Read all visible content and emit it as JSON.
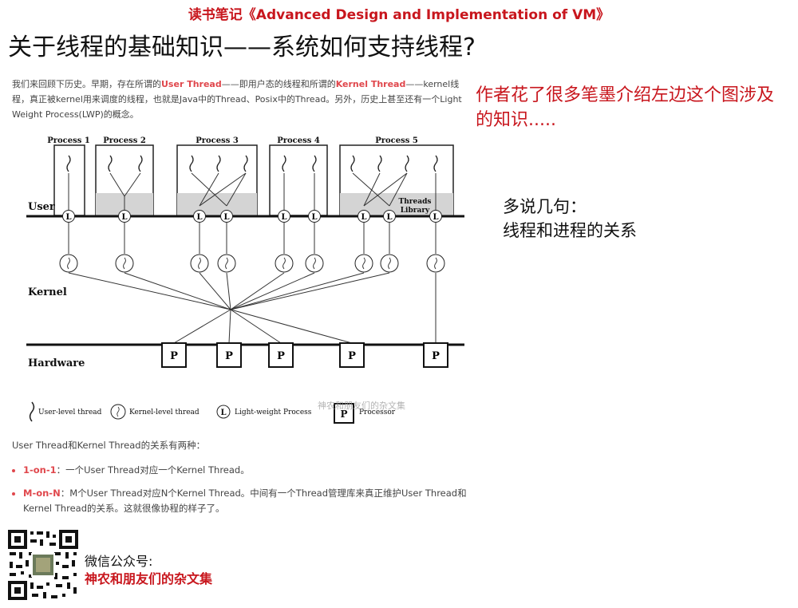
{
  "header": {
    "label": "读书笔记《Advanced Design and Implementation of VM》",
    "title": "关于线程的基础知识——系统如何支持线程?"
  },
  "article": {
    "intro": {
      "p1": "我们来回顾下历史。早期，存在所谓的",
      "user_thread": "User Thread",
      "p2": "——即用户态的线程和所谓的",
      "kernel_thread": "Kernel Thread",
      "p3": "——kernel线程，真正被kernel用来调度的线程，也就是Java中的Thread、Posix中的Thread。另外，历史上甚至还有一个Light Weight Process(LWP)的概念。"
    },
    "relation_lead": "User Thread和Kernel Thread的关系有两种：",
    "relations": [
      {
        "term": "1-on-1",
        "desc": "：一个User Thread对应一个Kernel Thread。"
      },
      {
        "term": "M-on-N",
        "desc": "：M个User Thread对应N个Kernel Thread。中间有一个Thread管理库来真正维护User Thread和Kernel Thread的关系。这就很像协程的样子了。"
      }
    ]
  },
  "diagram": {
    "processes": [
      "Process 1",
      "Process 2",
      "Process 3",
      "Process 4",
      "Process 5"
    ],
    "threads_library": [
      "Threads",
      "Library"
    ],
    "layers": {
      "user": "User",
      "kernel": "Kernel",
      "hardware": "Hardware"
    },
    "lwp_symbol": "L",
    "processor_symbol": "P",
    "legend": {
      "user_thread": "User-level thread",
      "kernel_thread": "Kernel-level thread",
      "lwp": "Light-weight Process",
      "processor": "Processor"
    }
  },
  "notes": {
    "right_note": "作者花了很多笔墨介绍左边这个图涉及的知识.....",
    "aside_line1": "多说几句：",
    "aside_line2": "线程和进程的关系"
  },
  "footer": {
    "wechat_label": "微信公众号:",
    "wechat_name": "神农和朋友们的杂文集"
  },
  "watermark": "神农和朋友们的杂文集"
}
